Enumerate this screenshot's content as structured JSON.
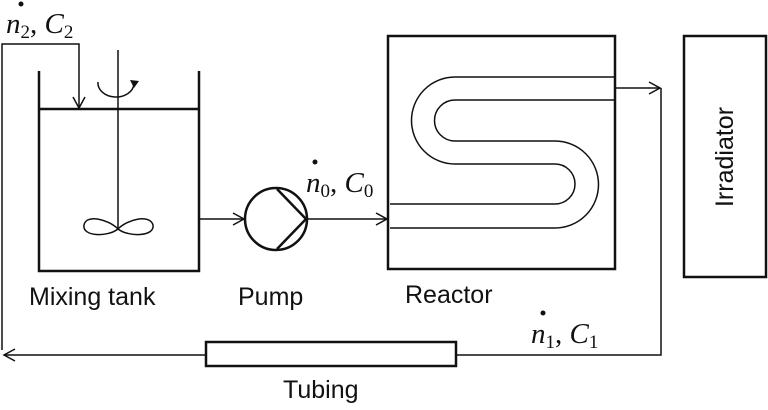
{
  "diagram": {
    "title": "Flow loop: mixing tank, pump, reactor, irradiator, tubing",
    "components": {
      "mixing_tank": {
        "label": "Mixing tank"
      },
      "pump": {
        "label": "Pump"
      },
      "reactor": {
        "label": "Reactor"
      },
      "irradiator": {
        "label": "Irradiator"
      },
      "tubing": {
        "label": "Tubing"
      }
    },
    "streams": [
      {
        "id": "stream-0",
        "symbol": "n",
        "subscript": "0",
        "sep": ", ",
        "conc": "C",
        "conc_sub": "0",
        "location": "pump to reactor"
      },
      {
        "id": "stream-1",
        "symbol": "n",
        "subscript": "1",
        "sep": ", ",
        "conc": "C",
        "conc_sub": "1",
        "location": "reactor outlet return"
      },
      {
        "id": "stream-2",
        "symbol": "n",
        "subscript": "2",
        "sep": ", ",
        "conc": "C",
        "conc_sub": "2",
        "location": "return into mixing tank"
      }
    ],
    "colors": {
      "line": "#111111",
      "background": "#ffffff"
    }
  }
}
